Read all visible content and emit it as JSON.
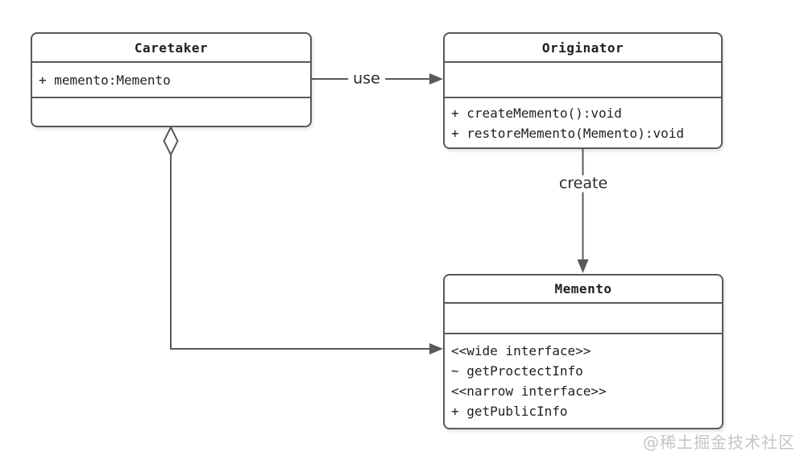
{
  "classes": {
    "caretaker": {
      "title": "Caretaker",
      "attributes": [
        "+ memento:Memento"
      ],
      "methods": []
    },
    "originator": {
      "title": "Originator",
      "attributes": [],
      "methods": [
        "+ createMemento():void",
        "+ restoreMemento(Memento):void"
      ]
    },
    "memento": {
      "title": "Memento",
      "attributes": [],
      "methods": [
        "<<wide interface>>",
        "~ getProctectInfo",
        "<<narrow interface>>",
        "+ getPublicInfo"
      ]
    }
  },
  "edges": {
    "use": {
      "label": "use",
      "type": "directed-association"
    },
    "create": {
      "label": "create",
      "type": "directed-association"
    },
    "aggregation": {
      "type": "aggregation-with-arrow"
    }
  },
  "watermark": "@稀土掘金技术社区",
  "colors": {
    "stroke": "#595959",
    "text": "#1f1f1f",
    "watermark": "#c5c5c5",
    "background": "#ffffff"
  }
}
